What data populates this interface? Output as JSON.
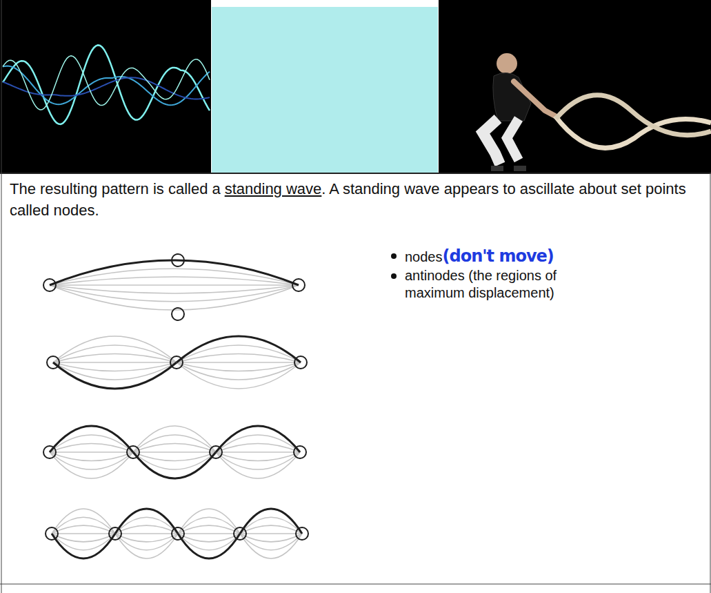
{
  "diagram": {
    "labels": [
      "The resulting pattern is called a",
      "standing wave",
      ". A standing wave appears to ascillate about set points called nodes.",
      "nodes",
      "(don't move)",
      "antinodes (the regions of maximum displacement)"
    ]
  }
}
